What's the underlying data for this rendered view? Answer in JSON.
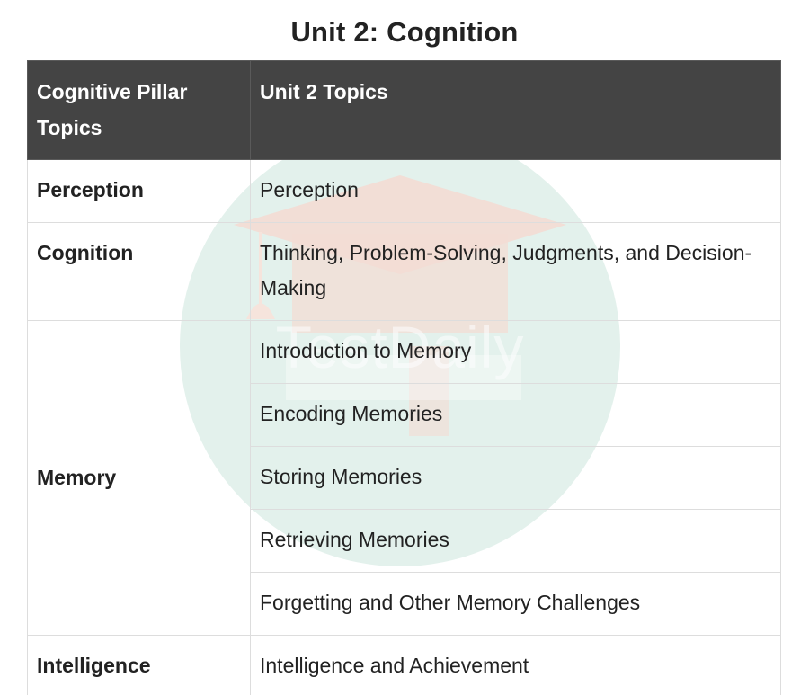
{
  "title": "Unit 2: Cognition",
  "watermark": "TestDaily",
  "table": {
    "headers": [
      "Cognitive Pillar Topics",
      "Unit 2 Topics"
    ],
    "rows": [
      {
        "pillar": "Perception",
        "topics": [
          "Perception"
        ]
      },
      {
        "pillar": "Cognition",
        "topics": [
          "Thinking, Problem-Solving, Judgments, and Decision-Making"
        ]
      },
      {
        "pillar": "Memory",
        "topics": [
          "Introduction to Memory",
          "Encoding Memories",
          "Storing Memories",
          "Retrieving Memories",
          "Forgetting and Other Memory Challenges"
        ]
      },
      {
        "pillar": "Intelligence",
        "topics": [
          "Intelligence and Achievement"
        ]
      }
    ]
  },
  "colors": {
    "header_bg": "#444444",
    "header_text": "#ffffff",
    "border": "#dddddd",
    "watermark_circle": "#e3f1ec",
    "watermark_cap": "#f3dcd4"
  }
}
